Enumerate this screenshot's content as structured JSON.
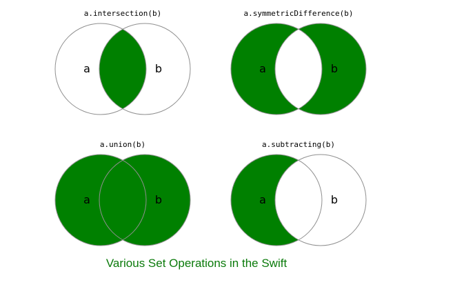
{
  "colors": {
    "fill": "#008000",
    "stroke": "#8f8f8f",
    "caption": "#0a7a0a"
  },
  "diagrams": [
    {
      "id": "intersection",
      "title": "a.intersection(b)",
      "label_a": "a",
      "label_b": "b",
      "shaded": "intersection"
    },
    {
      "id": "symmetric-difference",
      "title": "a.symmetricDifference(b)",
      "label_a": "a",
      "label_b": "b",
      "shaded": "symmetric-difference"
    },
    {
      "id": "union",
      "title": "a.union(b)",
      "label_a": "a",
      "label_b": "b",
      "shaded": "union"
    },
    {
      "id": "subtracting",
      "title": "a.subtracting(b)",
      "label_a": "a",
      "label_b": "b",
      "shaded": "a-only"
    }
  ],
  "caption": "Various Set Operations in the Swift"
}
